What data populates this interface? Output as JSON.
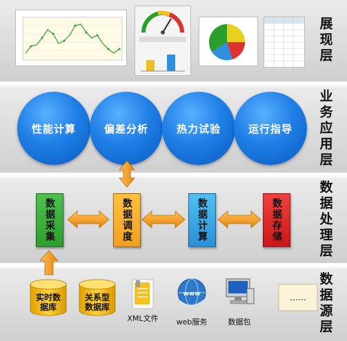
{
  "layers": {
    "presentation": "展现层",
    "application": "业务应用层",
    "processing": "数据处理层",
    "source": "数据源层"
  },
  "apps": [
    "性能计算",
    "偏差分析",
    "热力试验",
    "运行指导"
  ],
  "processing": {
    "collect": "数据采集",
    "dispatch": "数据调度",
    "compute": "数据计算",
    "store": "数据存储"
  },
  "sources": {
    "realtime_db": [
      "实时数",
      "据库"
    ],
    "relational_db": [
      "关系型",
      "数据库"
    ],
    "xml_file": "XML文件",
    "web_service": "web服务",
    "data_package": "数据包",
    "more": "……"
  },
  "colors": {
    "app_circle": "#1f7fe6",
    "collect": "#2e9e2e",
    "dispatch": "#f0a020",
    "compute": "#2aa0e0",
    "store": "#d62020",
    "arrow": "#f39a1e",
    "cylinder": "#f2b400"
  },
  "icons": [
    "xml-document-icon",
    "web-globe-icon",
    "computer-icon"
  ]
}
